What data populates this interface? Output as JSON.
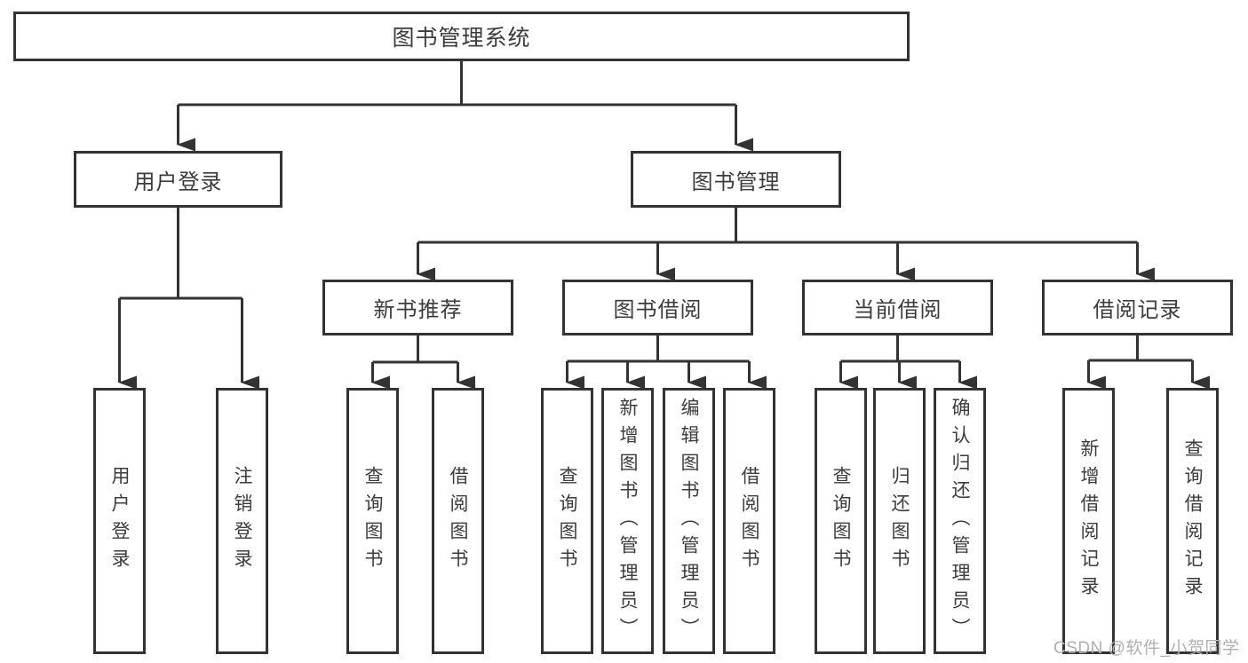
{
  "diagram": {
    "root": {
      "label": "图书管理系统"
    },
    "branches": [
      {
        "label": "用户登录",
        "children": [
          {
            "label": "用户登录"
          },
          {
            "label": "注销登录"
          }
        ]
      },
      {
        "label": "图书管理",
        "children": [
          {
            "label": "新书推荐",
            "children": [
              {
                "label": "查询图书"
              },
              {
                "label": "借阅图书"
              }
            ]
          },
          {
            "label": "图书借阅",
            "children": [
              {
                "label": "查询图书"
              },
              {
                "label": "新增图书（管理员）"
              },
              {
                "label": "编辑图书（管理员）"
              },
              {
                "label": "借阅图书"
              }
            ]
          },
          {
            "label": "当前借阅",
            "children": [
              {
                "label": "查询图书"
              },
              {
                "label": "归还图书"
              },
              {
                "label": "确认归还（管理员）"
              }
            ]
          },
          {
            "label": "借阅记录",
            "children": [
              {
                "label": "新增借阅记录"
              },
              {
                "label": "查询借阅记录"
              }
            ]
          }
        ]
      }
    ]
  },
  "watermark": {
    "text": "CSDN @软件_小贺同学"
  },
  "colors": {
    "line": "#333333",
    "text": "#3c3c3c",
    "background": "#ffffff",
    "watermark": "#b0b0b0"
  }
}
